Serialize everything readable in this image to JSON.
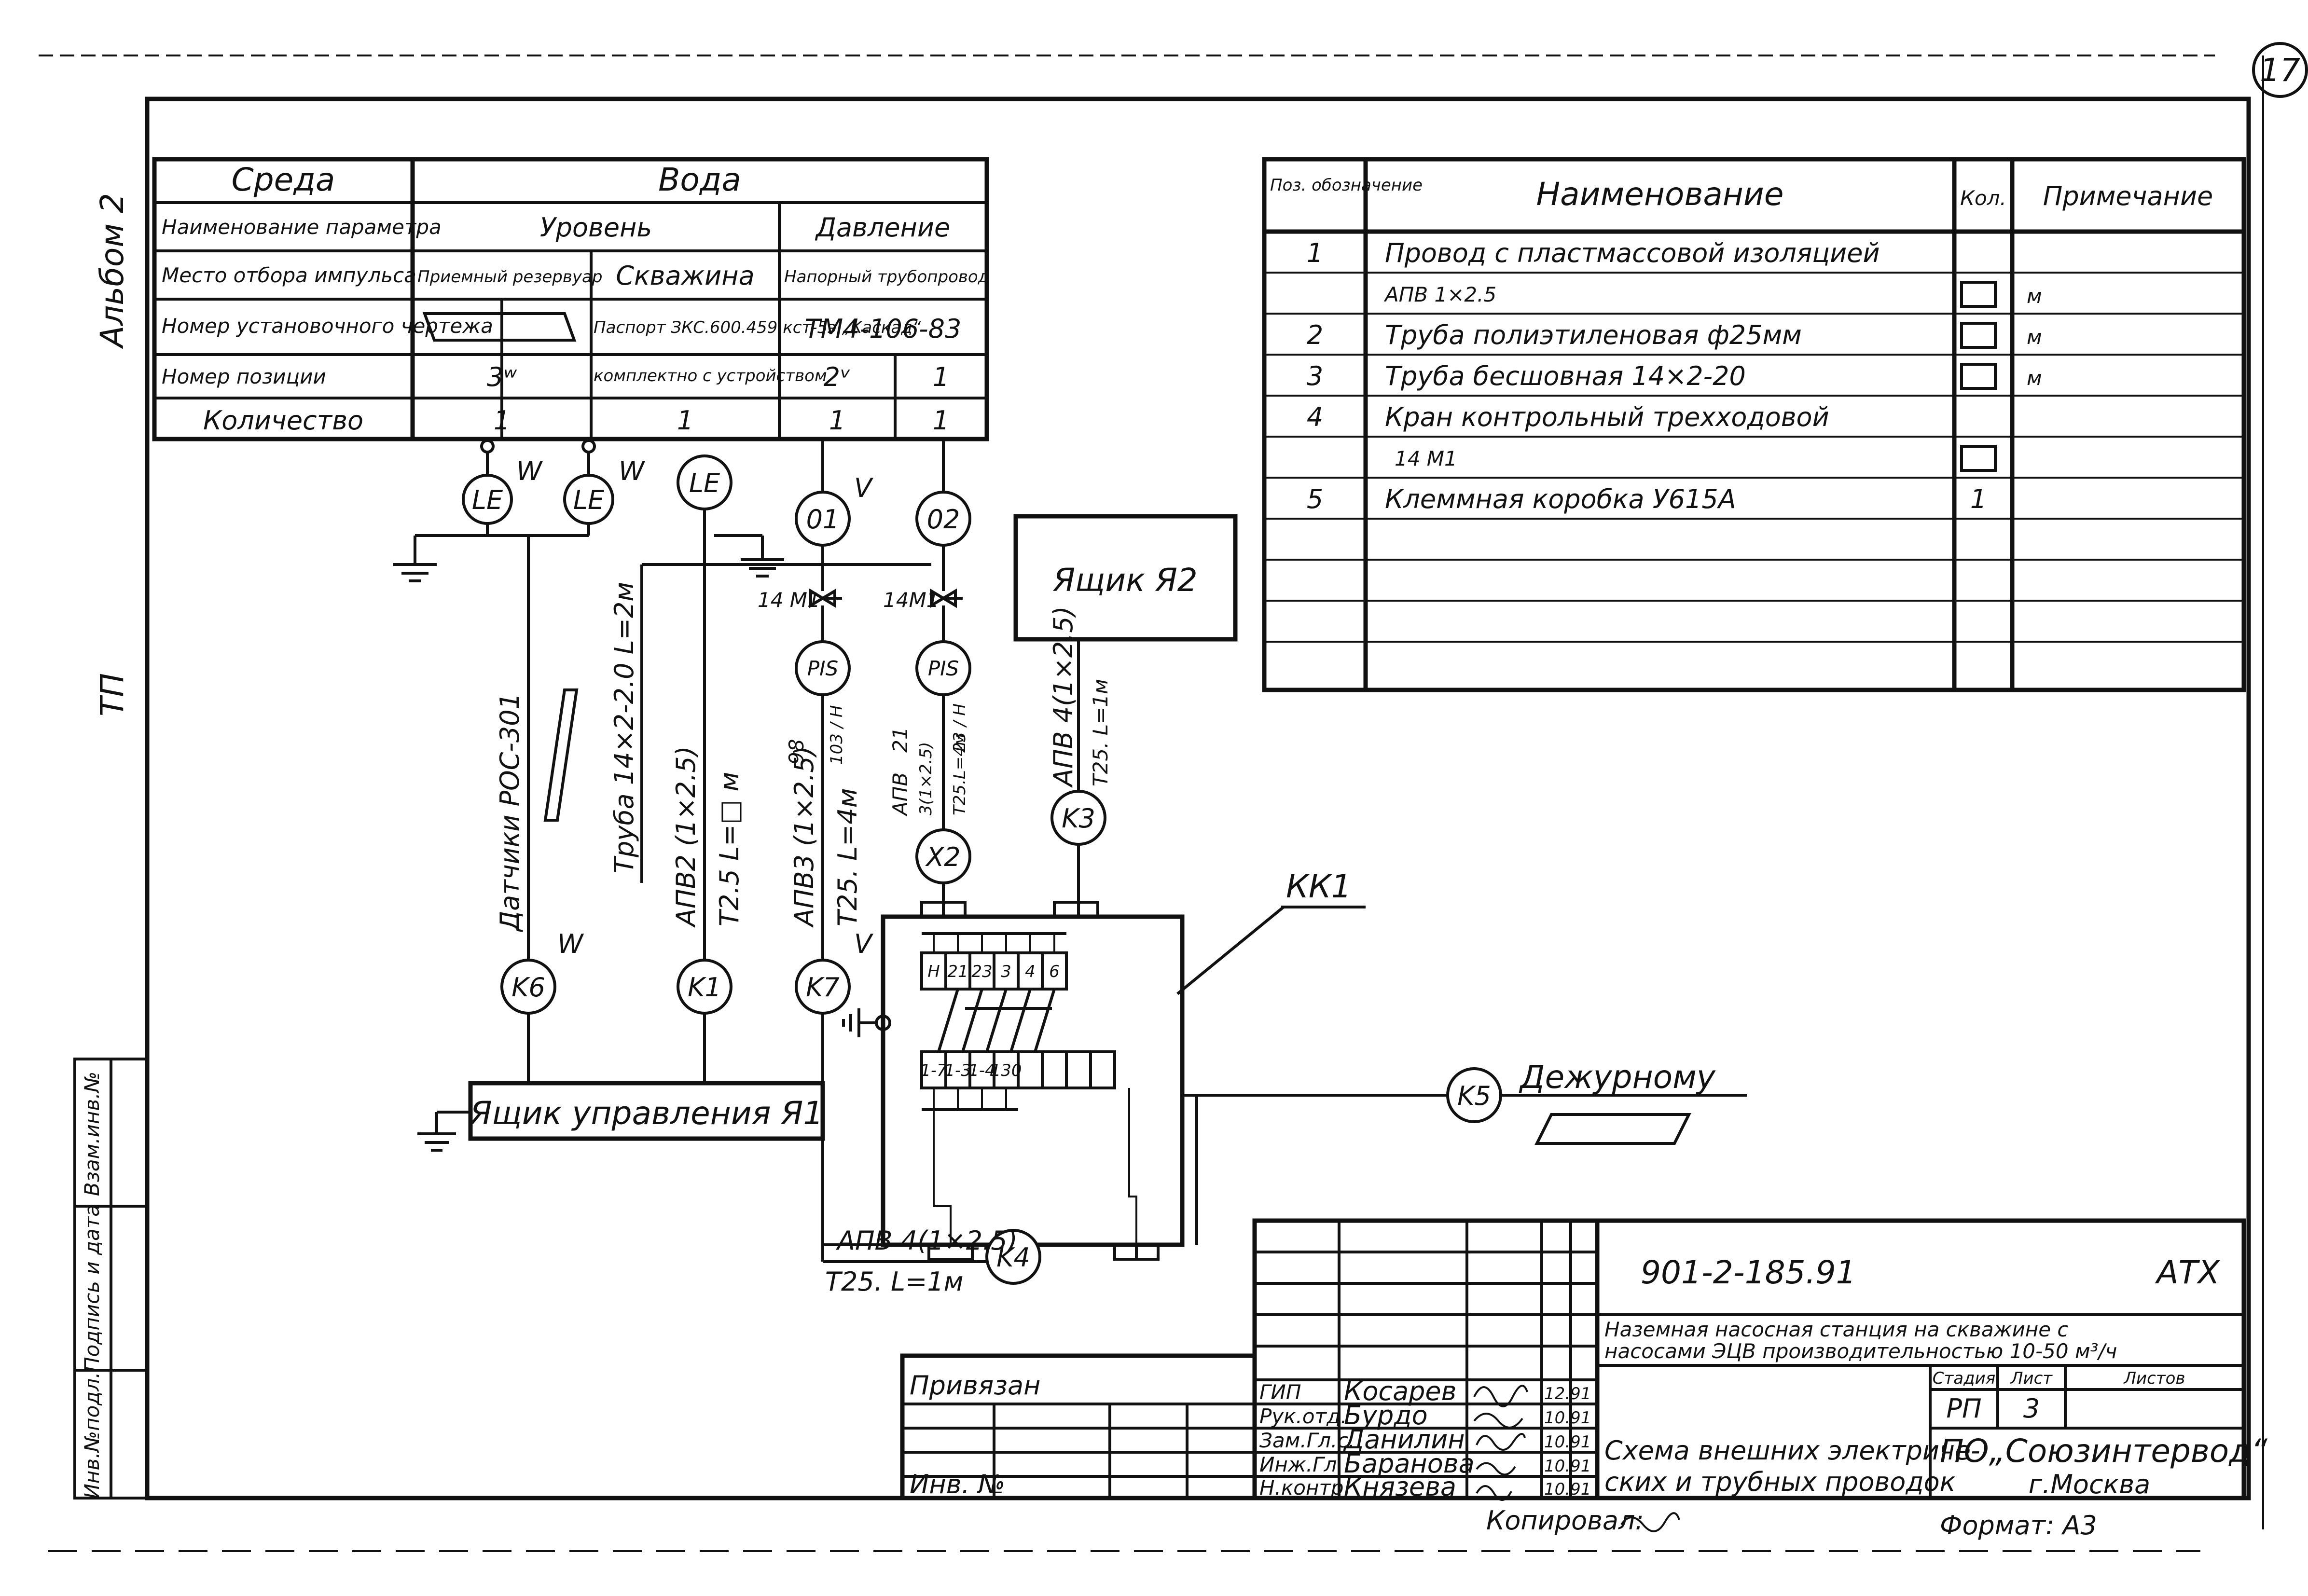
{
  "sheet": {
    "number": "17",
    "side_album": "Альбом 2",
    "side_tp": "ТП",
    "stamp_inv": "Инв.№подл.",
    "stamp_sign": "Подпись и дата",
    "stamp_vzam": "Взам.инв.№"
  },
  "param_table": {
    "row1": [
      "Среда",
      "Вода"
    ],
    "row2": [
      "Наименование параметра",
      "Уровень",
      "Давление"
    ],
    "row3": [
      "Место отбора импульса",
      "Приемный резервуар",
      "Скважина",
      "Напорный трубопровод"
    ],
    "row4": [
      "Номер установочного чертежа",
      "Паспорт ЗКС.600.459 кст-5э.„Каскад“",
      "ТМ4-106-83"
    ],
    "row5": [
      "Номер позиции",
      "3ʷ",
      "комплектно с устройством",
      "2ᵛ",
      "1"
    ],
    "row6": [
      "Количество",
      "1",
      "1",
      "1",
      "1"
    ]
  },
  "spec_table": {
    "headers": [
      "Поз. обозначение",
      "Наименование",
      "Кол.",
      "Примечание"
    ],
    "rows": [
      [
        "1",
        "Провод с пластмассовой изоляцией",
        "",
        ""
      ],
      [
        "",
        "АПВ 1×2.5",
        "□",
        "м"
      ],
      [
        "2",
        "Труба полиэтиленовая ф25мм",
        "□",
        "м"
      ],
      [
        "3",
        "Труба бесшовная 14×2-20",
        "□",
        "м"
      ],
      [
        "4",
        "Кран контрольный трехходовой",
        "",
        ""
      ],
      [
        "",
        "14 М1",
        "□",
        ""
      ],
      [
        "5",
        "Клеммная коробка У615А",
        "1",
        ""
      ],
      [
        "",
        "",
        "",
        ""
      ],
      [
        "",
        "",
        "",
        ""
      ],
      [
        "",
        "",
        "",
        ""
      ],
      [
        "",
        "",
        "",
        ""
      ]
    ]
  },
  "diagram": {
    "bubbles": {
      "le1": "LE",
      "le2": "LE",
      "le3": "LE",
      "p01": "01",
      "p02": "02",
      "pis1": "PIS",
      "pis2": "PIS",
      "k1": "K1",
      "k3": "K3",
      "k4": "K4",
      "k5": "K5",
      "k6": "K6",
      "k7": "K7",
      "x2": "X2"
    },
    "suffix_w": "W",
    "suffix_v": "V",
    "valve1": "14 М1",
    "valve2": "14М1",
    "box_a2": "Ящик Я2",
    "box_a1": "Ящик управления Я1",
    "kk_label": "КК1",
    "duty": "Дежурному",
    "cable_sensors": "Датчики РОС-301",
    "cable_pipe": "Труба 14×2-2.0 L=2м",
    "cable_apv2a": "АПВ2 (1×2.5)",
    "cable_apv2b": "Т2.5 L=□ м",
    "cable_apv3a": "АПВ3 (1×2.5)",
    "cable_apv3b": "Т25. L=4м",
    "tag_98": "98",
    "tag_98b": "103 / Н",
    "cable_x2a": "АПВ",
    "cable_x2b": "3(1×2.5)",
    "cable_x2c": "Т25.L=4м",
    "tag_21": "21",
    "tag_21b": "23 / Н",
    "cable_k3a": "АПВ 4(1×2.5)",
    "cable_k3b": "Т25. L=1м",
    "cable_k4a": "АПВ 4(1×2.5)",
    "cable_k4b": "Т25. L=1м",
    "term_top": [
      "Н",
      "21",
      "23",
      "3",
      "4",
      "6"
    ],
    "term_bot": [
      "1-7",
      "1-3",
      "1-4",
      "130",
      "",
      "",
      "",
      ""
    ]
  },
  "title_block": {
    "doc_code": "901-2-185.91",
    "doc_type": "АТХ",
    "project_line1": "Наземная насосная станция на скважине с",
    "project_line2": "насосами ЭЦВ производительностью 10-50 м³/ч",
    "sheet_title1": "Схема внешних электриче-",
    "sheet_title2": "ских и трубных проводок",
    "stage_h": "Стадия",
    "sheet_h": "Лист",
    "sheets_h": "Листов",
    "stage": "РП",
    "sheet_no": "3",
    "org1": "ПО„Союзинтервод“",
    "org2": "г.Москва",
    "tied": "Привязан",
    "inv_no": "Инв. №",
    "roles": [
      "ГИП",
      "Рук.отд.",
      "Зам.Гл.с.",
      "Инж.Гл.",
      "Н.контр."
    ],
    "names": [
      "Косарев",
      "Бурдо",
      "Данилин",
      "Баранова",
      "Князева"
    ],
    "dates": [
      "12.91",
      "10.91",
      "10.91",
      "10.91",
      "10.91"
    ],
    "copied": "Копировал:",
    "format": "Формат: А3"
  }
}
